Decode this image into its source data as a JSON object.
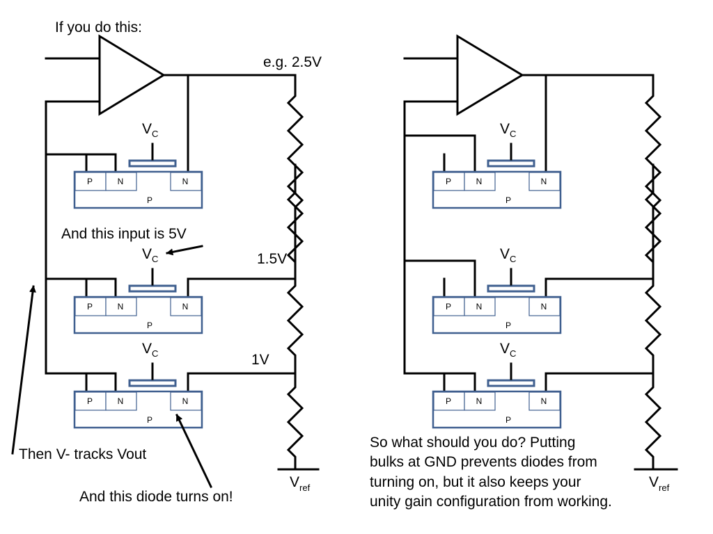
{
  "left": {
    "caption_top": "If you do this:",
    "node_top": "e.g. 2.5V",
    "node_mid": "1.5V",
    "node_low": "1V",
    "input_note": "And this input is 5V",
    "track_note": "Then V- tracks Vout",
    "diode_note": "And  this diode turns on!",
    "vref": "V",
    "vref_sub": "ref"
  },
  "right": {
    "explanation": [
      "So what should you do?  Putting",
      "bulks at GND prevents diodes from",
      "turning on, but it also keeps your",
      "unity gain configuration from working."
    ],
    "vref": "V",
    "vref_sub": "ref"
  },
  "transistor": {
    "gate_label": "V",
    "gate_sub": "C",
    "source_tap": "P",
    "source": "N",
    "drain": "N",
    "bulk": "P"
  }
}
